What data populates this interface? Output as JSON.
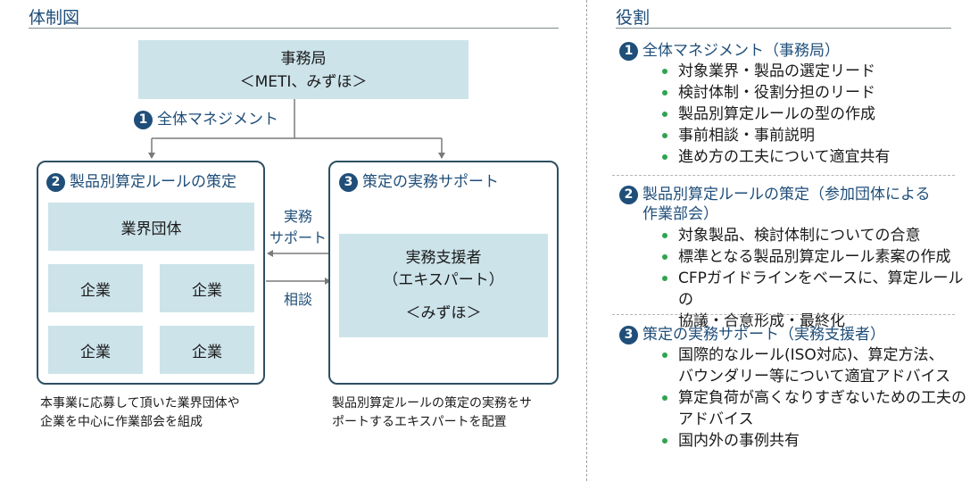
{
  "left_heading": "体制図",
  "right_heading": "役割",
  "secretariat": {
    "line1": "事務局",
    "line2": "＜METI、みずほ＞"
  },
  "arrow_label": {
    "num": "1",
    "text": "全体マネジメント"
  },
  "box2": {
    "num": "2",
    "title": "製品別算定ルールの策定",
    "industry": "業界団体",
    "company": "企業"
  },
  "box3": {
    "num": "3",
    "title": "策定の実務サポート",
    "expert_line1": "実務支援者",
    "expert_line2": "（エキスパート）",
    "expert_line3": "＜みずほ＞"
  },
  "middle": {
    "support_line1": "実務",
    "support_line2": "サポート",
    "consult": "相談"
  },
  "note_left": {
    "line1": "本事業に応募して頂いた業界団体や",
    "line2": "企業を中心に作業部会を組成"
  },
  "note_right": {
    "line1": "製品別算定ルールの策定の実務をサ",
    "line2": "ポートするエキスパートを配置"
  },
  "roles": [
    {
      "num": "1",
      "title_line1": "全体マネジメント（事務局）",
      "items": [
        {
          "line1": "対象業界・製品の選定リード"
        },
        {
          "line1": "検討体制・役割分担のリード"
        },
        {
          "line1": "製品別算定ルールの型の作成"
        },
        {
          "line1": "事前相談・事前説明"
        },
        {
          "line1": "進め方の工夫について適宜共有"
        }
      ]
    },
    {
      "num": "2",
      "title_line1": "製品別算定ルールの策定（参加団体による",
      "title_line2": "作業部会）",
      "items": [
        {
          "line1": "対象製品、検討体制についての合意"
        },
        {
          "line1": "標準となる製品別算定ルール素案の作成"
        },
        {
          "line1": "CFPガイドラインをベースに、算定ルールの",
          "line2": "協議・合意形成・最終化"
        }
      ]
    },
    {
      "num": "3",
      "title_line1": "策定の実務サポート（実務支援者）",
      "items": [
        {
          "line1": "国際的なルール(ISO対応)、算定方法、",
          "line2": "バウンダリー等について適宜アドバイス"
        },
        {
          "line1": "算定負荷が高くなりすぎないための工夫の",
          "line2": "アドバイス"
        },
        {
          "line1": "国内外の事例共有"
        }
      ]
    }
  ]
}
